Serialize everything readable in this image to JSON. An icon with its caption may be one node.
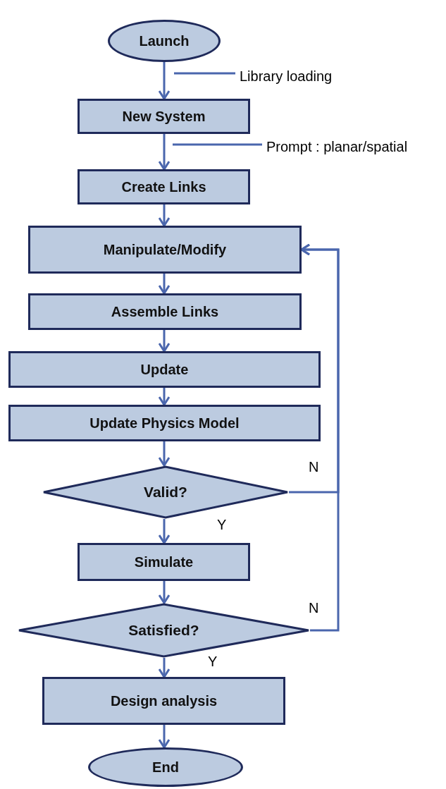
{
  "diagram": {
    "nodes": [
      {
        "text": [
          "Launch"
        ]
      },
      {
        "text": [
          "Library loading"
        ]
      },
      {
        "text": [
          "New System"
        ]
      },
      {
        "text": [
          "Prompt : planar/spatial"
        ]
      },
      {
        "text": [
          "Create Links"
        ]
      },
      {
        "text": [
          "Manipulate/Modify"
        ]
      },
      {
        "text": [
          "Assemble Links"
        ]
      },
      {
        "text": [
          "Update"
        ]
      },
      {
        "text": [
          "Update Physics Model"
        ]
      },
      {
        "text": [
          "Valid?"
        ]
      },
      {
        "text": [
          "Simulate"
        ]
      },
      {
        "text": [
          "Satisfied?"
        ]
      },
      {
        "text": [
          "Design analysis"
        ]
      },
      {
        "text": [
          "End"
        ]
      }
    ],
    "edges": [
      {
        "from": 0,
        "to": 2,
        "arrow": "to"
      },
      {
        "from": 2,
        "to": 4,
        "arrow": "to"
      },
      {
        "from": 4,
        "to": 5,
        "arrow": "to"
      },
      {
        "from": 5,
        "to": 6,
        "arrow": "to"
      },
      {
        "from": 6,
        "to": 7,
        "arrow": "to"
      },
      {
        "from": 7,
        "to": 8,
        "arrow": "to"
      },
      {
        "from": 8,
        "to": 9,
        "arrow": "to"
      },
      {
        "from": 9,
        "to": 10,
        "label": "Y",
        "arrow": "to"
      },
      {
        "from": 10,
        "to": 11,
        "arrow": "to"
      },
      {
        "from": 11,
        "to": 12,
        "label": "Y",
        "arrow": "to"
      },
      {
        "from": 12,
        "to": 13,
        "arrow": "to"
      },
      {
        "from": 9,
        "to": 5,
        "label": "N",
        "arrow": "to"
      },
      {
        "from": 11,
        "to": 5,
        "label": "N",
        "arrow": "to"
      },
      {
        "from": 1,
        "to": null,
        "arrow": "none"
      },
      {
        "from": 3,
        "to": null,
        "arrow": "none"
      }
    ]
  }
}
